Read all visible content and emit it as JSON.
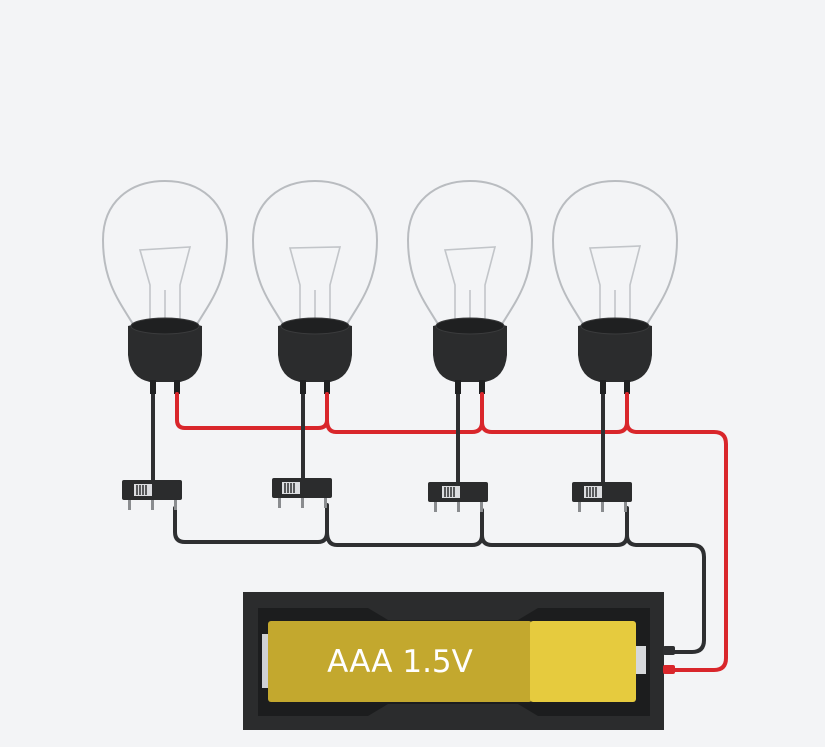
{
  "battery": {
    "label": "AAA 1.5V",
    "colors": {
      "holder": "#2b2c2d",
      "cell": "#c3a82e",
      "cell_cap": "#e6cb3e"
    }
  },
  "bulbs": [
    {
      "name": "bulb-1"
    },
    {
      "name": "bulb-2"
    },
    {
      "name": "bulb-3"
    },
    {
      "name": "bulb-4"
    }
  ],
  "switches": [
    {
      "name": "slide-switch-1"
    },
    {
      "name": "slide-switch-2"
    },
    {
      "name": "slide-switch-3"
    },
    {
      "name": "slide-switch-4"
    }
  ],
  "wires": {
    "positive_color": "#d9262b",
    "negative_color": "#2e2f31"
  },
  "colors": {
    "background": "#f3f4f6",
    "bulb_outline": "#b9bcc0",
    "socket": "#2b2c2d"
  }
}
